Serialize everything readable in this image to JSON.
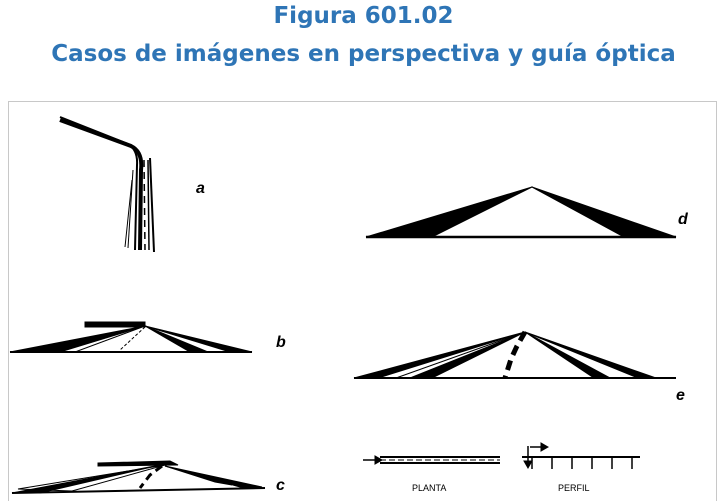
{
  "header": {
    "figure_number": "Figura 601.02",
    "figure_title": "Casos de imágenes en perspectiva y guía óptica"
  },
  "panels": {
    "a": {
      "label": "a"
    },
    "b": {
      "label": "b"
    },
    "c": {
      "label": "c"
    },
    "d": {
      "label": "d"
    },
    "e": {
      "label": "e"
    }
  },
  "legend": {
    "plan_caption": "PLANTA",
    "profile_caption": "PERFIL"
  },
  "colors": {
    "title": "#2e75b6",
    "ink": "#000000",
    "frame_border": "#c8c8c8"
  }
}
